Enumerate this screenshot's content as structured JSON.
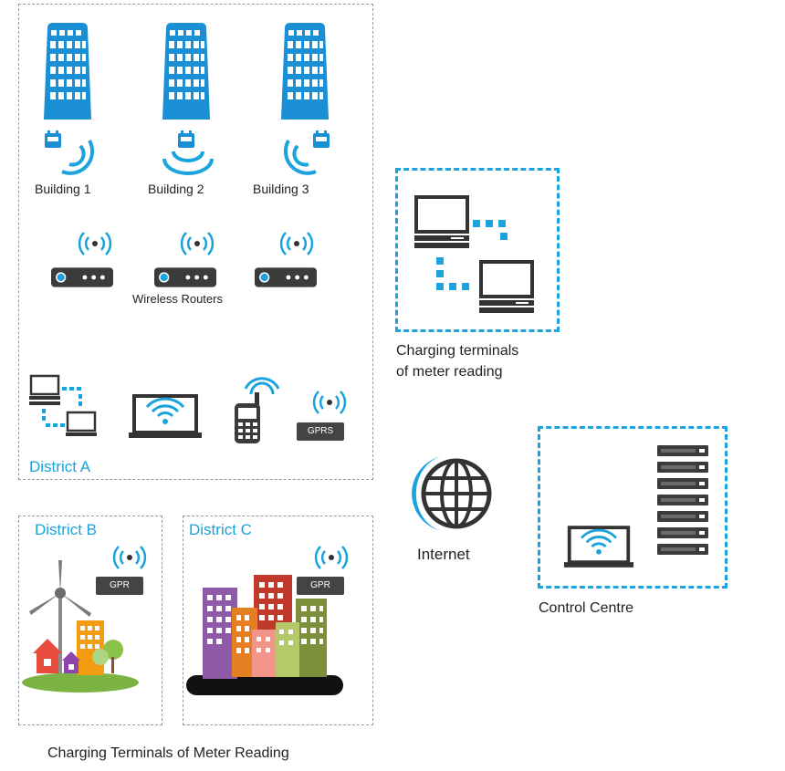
{
  "district_a": {
    "buildings": [
      "Building 1",
      "Building 2",
      "Building 3"
    ],
    "routers_label": "Wireless Routers",
    "gprs_label": "GPRS",
    "label": "District A"
  },
  "district_b": {
    "label": "District B",
    "gprs_label": "GPR"
  },
  "district_c": {
    "label": "District C",
    "gprs_label": "GPR"
  },
  "charging_terminals": {
    "line1": "Charging terminals",
    "line2": "of meter reading"
  },
  "internet": {
    "label": "Internet"
  },
  "control_centre": {
    "label": "Control Centre"
  },
  "caption": "Charging Terminals of Meter Reading",
  "colors": {
    "accent": "#1aa3dc",
    "dark": "#333333"
  }
}
